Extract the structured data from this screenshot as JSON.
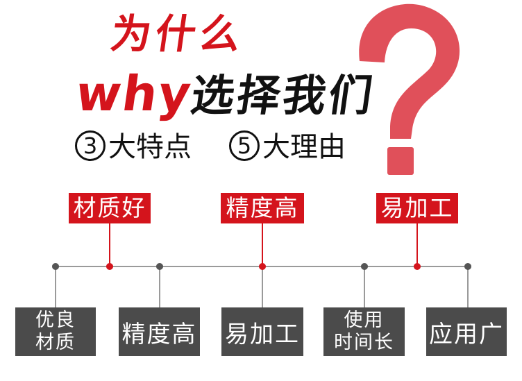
{
  "title": {
    "line1": "为什么",
    "line2_latin": "why",
    "line2_chinese": "选择我们"
  },
  "subtitle": {
    "feature_count": "3",
    "feature_label": "大特点",
    "reason_count": "5",
    "reason_label": "大理由"
  },
  "features": [
    "材质好",
    "精度高",
    "易加工"
  ],
  "reasons": [
    {
      "line1": "优良",
      "line2": "材质"
    },
    {
      "line1": "精度高",
      "line2": ""
    },
    {
      "line1": "易加工",
      "line2": ""
    },
    {
      "line1": "使用",
      "line2": "时间长"
    },
    {
      "line1": "应用广",
      "line2": ""
    }
  ],
  "colors": {
    "accent_red": "#d4141c",
    "question_mark_red": "#e0505a",
    "box_gray": "#4b4b4b",
    "line_gray": "#9a9a9a"
  },
  "icons": [
    "question-mark-icon"
  ]
}
